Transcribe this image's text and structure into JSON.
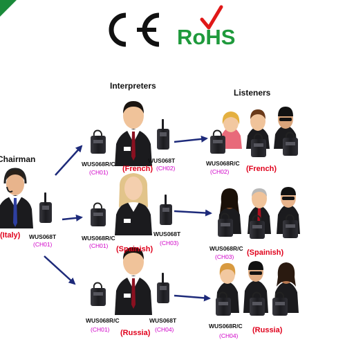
{
  "marks": {
    "ce": "CE",
    "rohs": "RoHS"
  },
  "headers": {
    "interpreters": "Interpreters",
    "listeners": "Listeners",
    "chairman": "Chairman"
  },
  "chairman": {
    "model": "WUS068T",
    "channel": "(CH01)",
    "language": "(Italy)"
  },
  "interpreters": [
    {
      "receiver_model": "WUS068R/C",
      "receiver_channel": "(CH01)",
      "language": "(French)",
      "transmitter_model": "WUS068T",
      "transmitter_channel": "(CH02)"
    },
    {
      "receiver_model": "WUS068R/C",
      "receiver_channel": "(CH01)",
      "language": "(Spainish)",
      "transmitter_model": "WUS068T",
      "transmitter_channel": "(CH03)"
    },
    {
      "receiver_model": "WUS068R/C",
      "receiver_channel": "(CH01)",
      "language": "(Russia)",
      "transmitter_model": "WUS068T",
      "transmitter_channel": "(CH04)"
    }
  ],
  "listener_groups": [
    {
      "receiver_model": "WUS068R/C",
      "channel": "(CH02)",
      "language": "(French)"
    },
    {
      "receiver_model": "WUS068R/C",
      "channel": "(CH03)",
      "language": "(Spainish)"
    },
    {
      "receiver_model": "WUS068R/C",
      "channel": "(CH04)",
      "language": "(Russia)"
    }
  ],
  "colors": {
    "corner": "#1a8a3a",
    "rohs_green": "#1f9a3c",
    "rohs_check": "#e01818",
    "arrow": "#1d2a7a",
    "channel": "#d000c8",
    "language": "#e0001b",
    "suit": "#1b1b1e",
    "device": "#222226"
  }
}
